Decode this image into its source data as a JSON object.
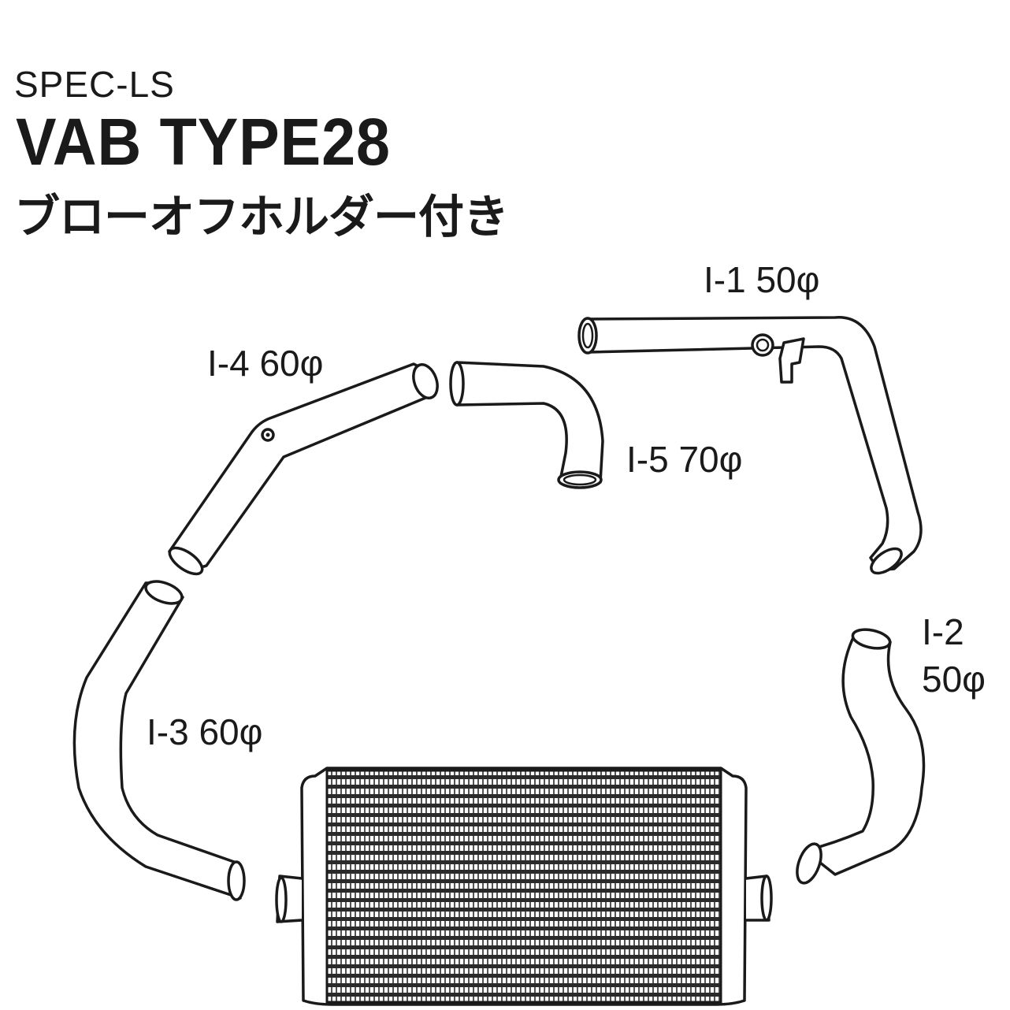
{
  "header": {
    "spec": "SPEC-LS",
    "model": "VAB TYPE28",
    "subtitle": "ブローオフホルダー付き"
  },
  "parts": [
    {
      "id": "I-1",
      "label": "I-1 50φ"
    },
    {
      "id": "I-2",
      "label_line1": "I-2",
      "label_line2": "50φ"
    },
    {
      "id": "I-3",
      "label": "I-3 60φ"
    },
    {
      "id": "I-4",
      "label": "I-4 60φ"
    },
    {
      "id": "I-5",
      "label": "I-5 70φ"
    }
  ]
}
